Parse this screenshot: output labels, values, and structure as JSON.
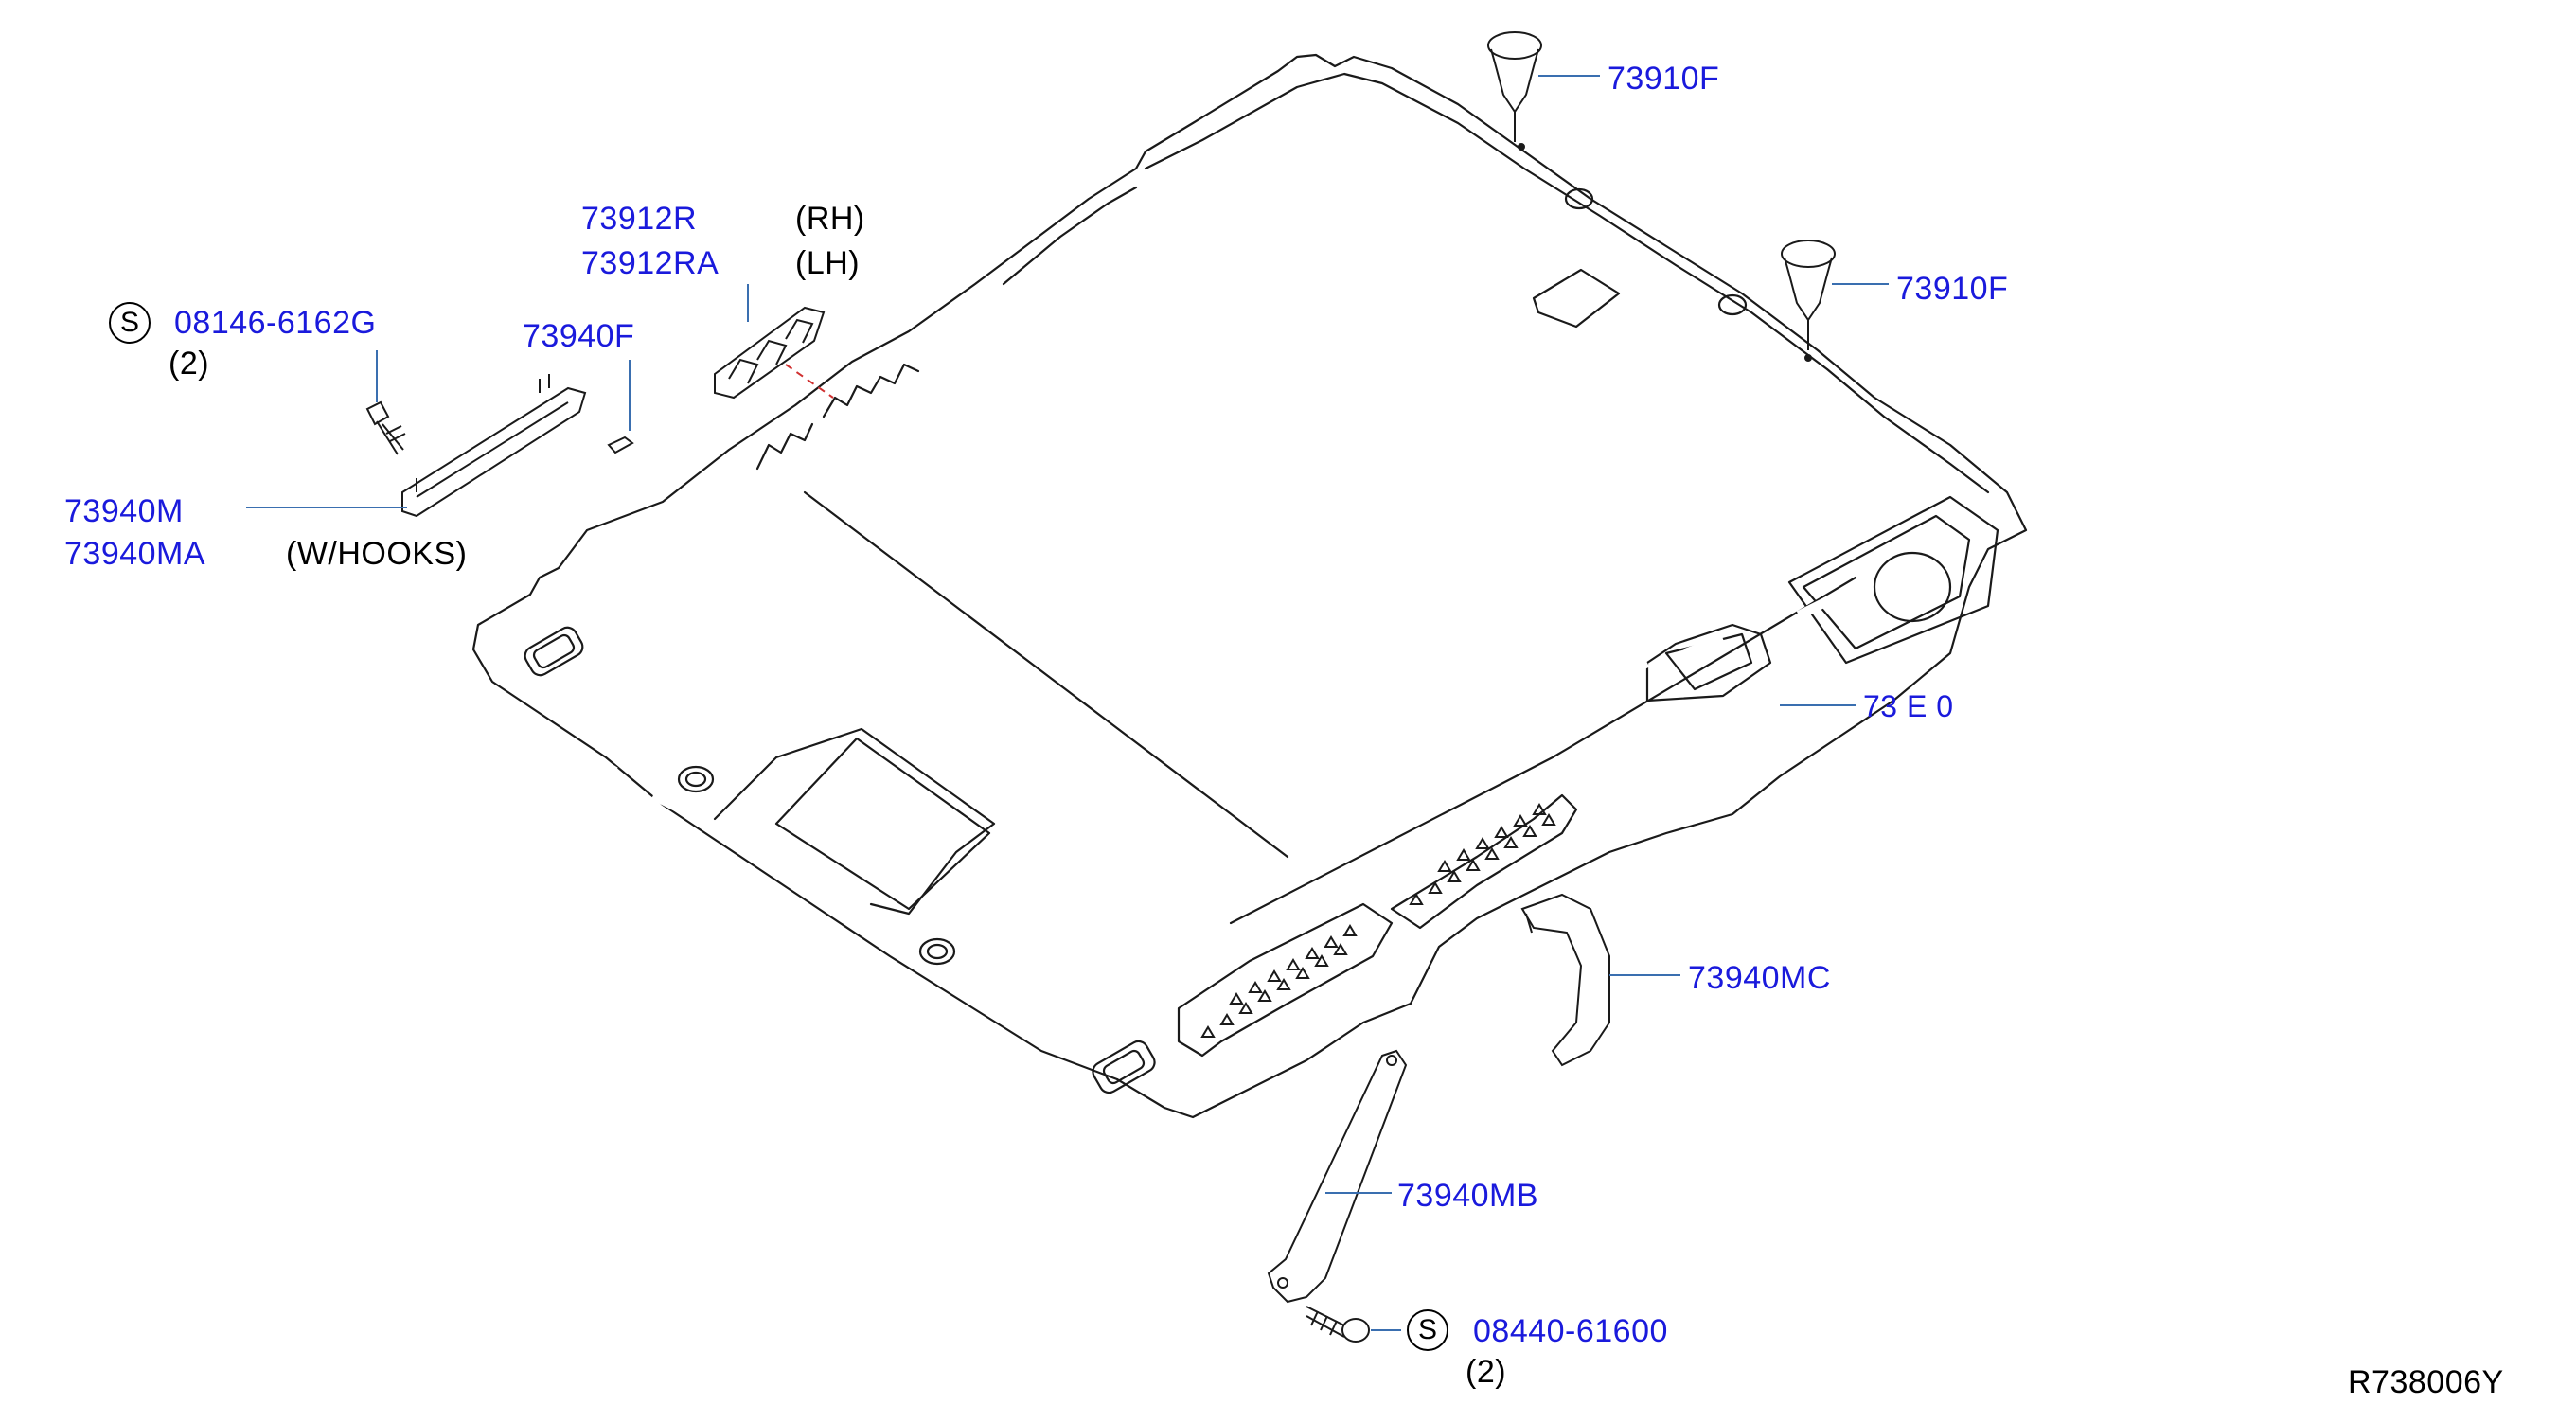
{
  "diagram": {
    "reference_code": "R738006Y",
    "callouts": [
      {
        "id": "73910F_top",
        "part_number": "73910F"
      },
      {
        "id": "73910F_right",
        "part_number": "73910F"
      },
      {
        "id": "73912R",
        "part_number": "73912R",
        "note": "(RH)"
      },
      {
        "id": "73912RA",
        "part_number": "73912RA",
        "note": "(LH)"
      },
      {
        "id": "73940F",
        "part_number": "73940F"
      },
      {
        "id": "bolt_08146",
        "part_number": "08146-6162G",
        "symbol": "S",
        "quantity": "(2)"
      },
      {
        "id": "73940M",
        "part_number": "73940M"
      },
      {
        "id": "73940MA",
        "part_number": "73940MA",
        "note": "(W/HOOKS)"
      },
      {
        "id": "obscured_right",
        "part_number": "73 E 0"
      },
      {
        "id": "73940MC",
        "part_number": "73940MC"
      },
      {
        "id": "73940MB",
        "part_number": "73940MB"
      },
      {
        "id": "screw_08440",
        "part_number": "08440-61600",
        "symbol": "S",
        "quantity": "(2)"
      }
    ]
  },
  "colors": {
    "part_number": "#1a1adc",
    "line": "#1a1a1a",
    "leader": "#3a6fb0",
    "dashed_leader": "#d03030"
  }
}
